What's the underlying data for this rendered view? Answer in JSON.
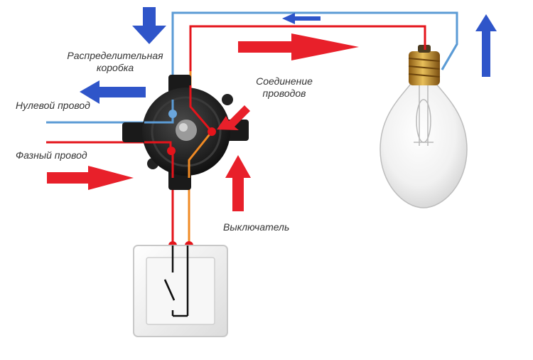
{
  "labels": {
    "junction_box_line1": "Распределительная",
    "junction_box_line2": "коробка",
    "wire_connection_line1": "Соединение",
    "wire_connection_line2": "проводов",
    "neutral_wire": "Нулевой провод",
    "phase_wire": "Фазный провод",
    "switch": "Выключатель"
  },
  "colors": {
    "phase_wire": "#e4141b",
    "neutral_wire": "#5b9bd5",
    "switched_wire": "#f08a24",
    "arrow_red": "#e8202a",
    "arrow_blue": "#2f55c9",
    "junction_box": "#1c1c1c",
    "bulb_base": "#c8962e",
    "switch_plate": "#f2f2f2"
  }
}
